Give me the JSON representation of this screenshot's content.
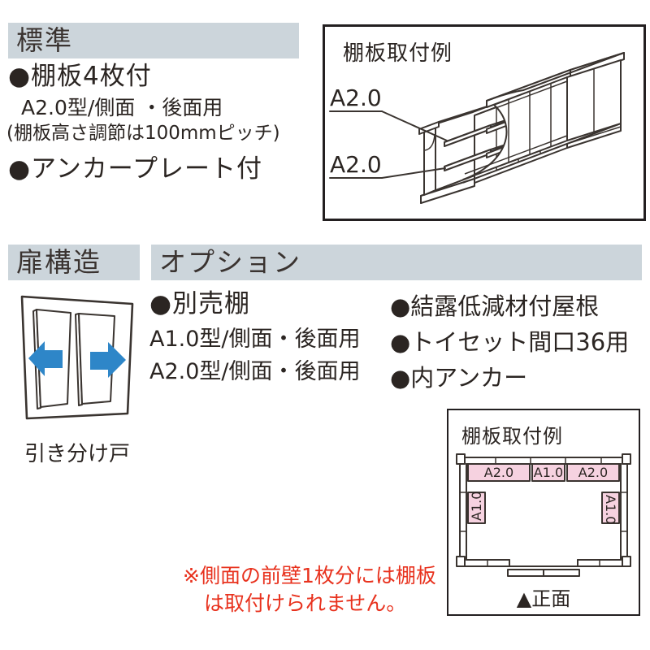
{
  "colors": {
    "header_bg": "#ccd5db",
    "text": "#2b2522",
    "line": "#3a3430",
    "note_red": "#e8321e",
    "arrow_blue": "#2e86c8",
    "shelf_blue": "#cde9f8",
    "shelf_pink": "#f6d2e0"
  },
  "standard_section": {
    "header": "標準",
    "item1": "●棚板4枚付",
    "item1_sub1": "A2.0型/側面 ・後面用",
    "item1_sub2": "(棚板高さ調節は100mmピッチ)",
    "item2": "●アンカープレート付"
  },
  "shelf_example_iso": {
    "title": "棚板取付例",
    "label_upper": "A2.0",
    "label_lower": "A2.0"
  },
  "door_section": {
    "header": "扉構造",
    "caption": "引き分け戸"
  },
  "options_section": {
    "header": "オプション",
    "item1": "●別売棚",
    "item1_sub1": "A1.0型/側面・後面用",
    "item1_sub2": "A2.0型/側面・後面用",
    "item2": "●結露低減材付屋根",
    "item3": "●トイセット間口36用",
    "item4": "●内アンカー"
  },
  "shelf_example_plan": {
    "title": "棚板取付例",
    "top_shelf_left": "A2.0",
    "top_shelf_center": "A1.0",
    "top_shelf_right": "A2.0",
    "side_shelf_left": "A1.0",
    "side_shelf_right": "A1.0",
    "front_label": "▲正面"
  },
  "note": {
    "line1": "※側面の前壁1枚分には棚板",
    "line2": "は取付けられません。"
  }
}
